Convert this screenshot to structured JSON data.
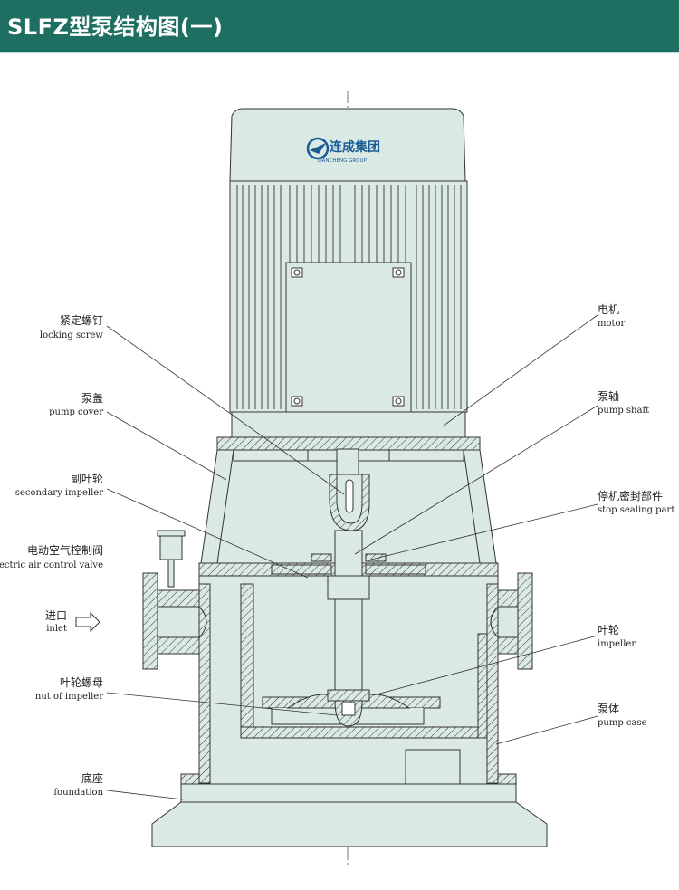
{
  "header": {
    "title": "SLFZ型泵结构图(一)"
  },
  "logo": {
    "brand_cn": "连成集团",
    "brand_en": "LIANCHENG GROUP"
  },
  "colors": {
    "header_bg": "#1f6e62",
    "body_fill": "#dbe9e5",
    "line": "#333333"
  },
  "labels": {
    "locking_screw": {
      "cn": "紧定螺钉",
      "en": "locking screw"
    },
    "pump_cover": {
      "cn": "泵盖",
      "en": "pump cover"
    },
    "secondary_impeller": {
      "cn": "副叶轮",
      "en": "secondary impeller"
    },
    "air_valve": {
      "cn": "电动空气控制阀",
      "en": "electric air control valve"
    },
    "inlet": {
      "cn": "进口",
      "en": "inlet"
    },
    "nut_of_impeller": {
      "cn": "叶轮螺母",
      "en": "nut of impeller"
    },
    "foundation": {
      "cn": "底座",
      "en": "foundation"
    },
    "motor": {
      "cn": "电机",
      "en": "motor"
    },
    "pump_shaft": {
      "cn": "泵轴",
      "en": "pump shaft"
    },
    "stop_sealing": {
      "cn": "停机密封部件",
      "en": "stop sealing part"
    },
    "impeller": {
      "cn": "叶轮",
      "en": "impeller"
    },
    "pump_case": {
      "cn": "泵体",
      "en": "pump case"
    }
  }
}
